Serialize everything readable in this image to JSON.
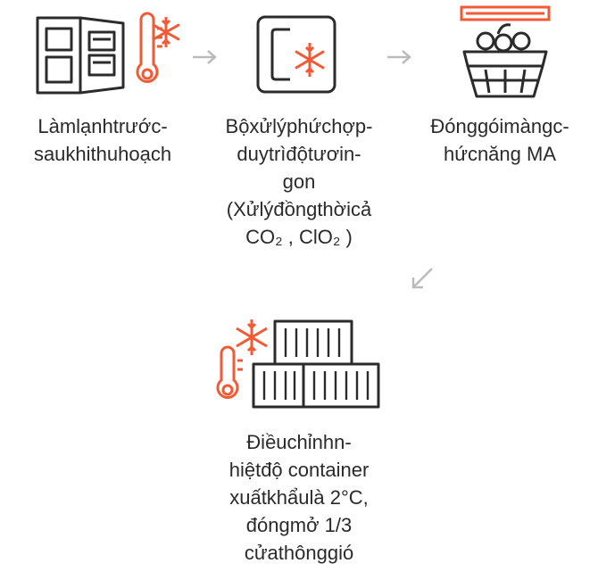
{
  "colors": {
    "accent": "#F15A35",
    "stroke": "#2B2B2B",
    "arrow": "#BBBBBB"
  },
  "steps": [
    {
      "icon": "fridge-thermometer-snowflake-icon",
      "lines": [
        "Làmlạnhtrước-",
        "saukhithuhoạch"
      ]
    },
    {
      "icon": "treatment-device-snowflake-icon",
      "lines": [
        "Bộxửlýphứchợp-",
        "duytrìđộtươin-",
        "gon",
        "(Xửlýđồngthờicả",
        "CO₂ , ClO₂ )"
      ]
    },
    {
      "icon": "produce-basket-film-icon",
      "lines": [
        "Đónggóimàngc-",
        "hứcnăng MA"
      ]
    },
    {
      "icon": "container-thermometer-snowflake-icon",
      "lines": [
        "Điềuchỉnhn-",
        "hiệtđộ container",
        "xuấtkhẩulà 2°C,",
        "đóngmở 1/3",
        "cửathônggió"
      ]
    }
  ]
}
